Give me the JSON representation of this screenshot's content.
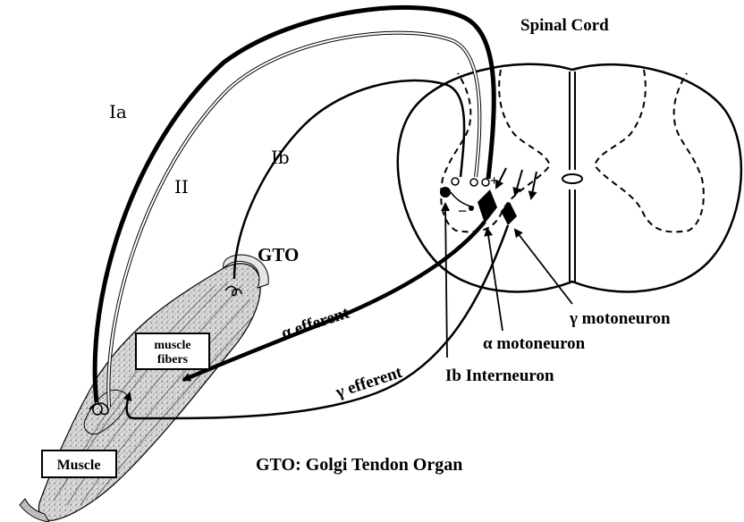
{
  "labels": {
    "spinal_cord": "Spinal Cord",
    "ia": "Ia",
    "ii": "II",
    "ib": "Ib",
    "gto": "GTO",
    "alpha_efferent": "α efferent",
    "gamma_efferent": "γ efferent",
    "muscle_fibers_line1": "muscle",
    "muscle_fibers_line2": "fibers",
    "muscle": "Muscle",
    "gamma_motoneuron": "γ motoneuron",
    "alpha_motoneuron": "α motoneuron",
    "ib_interneuron": "Ib Interneuron",
    "gto_legend": "GTO: Golgi Tendon Organ",
    "plus_sign": "+",
    "minus_sign": "−"
  },
  "colors": {
    "ink": "#000000",
    "background": "#ffffff",
    "muscle_texture": "#9a9a9a"
  }
}
